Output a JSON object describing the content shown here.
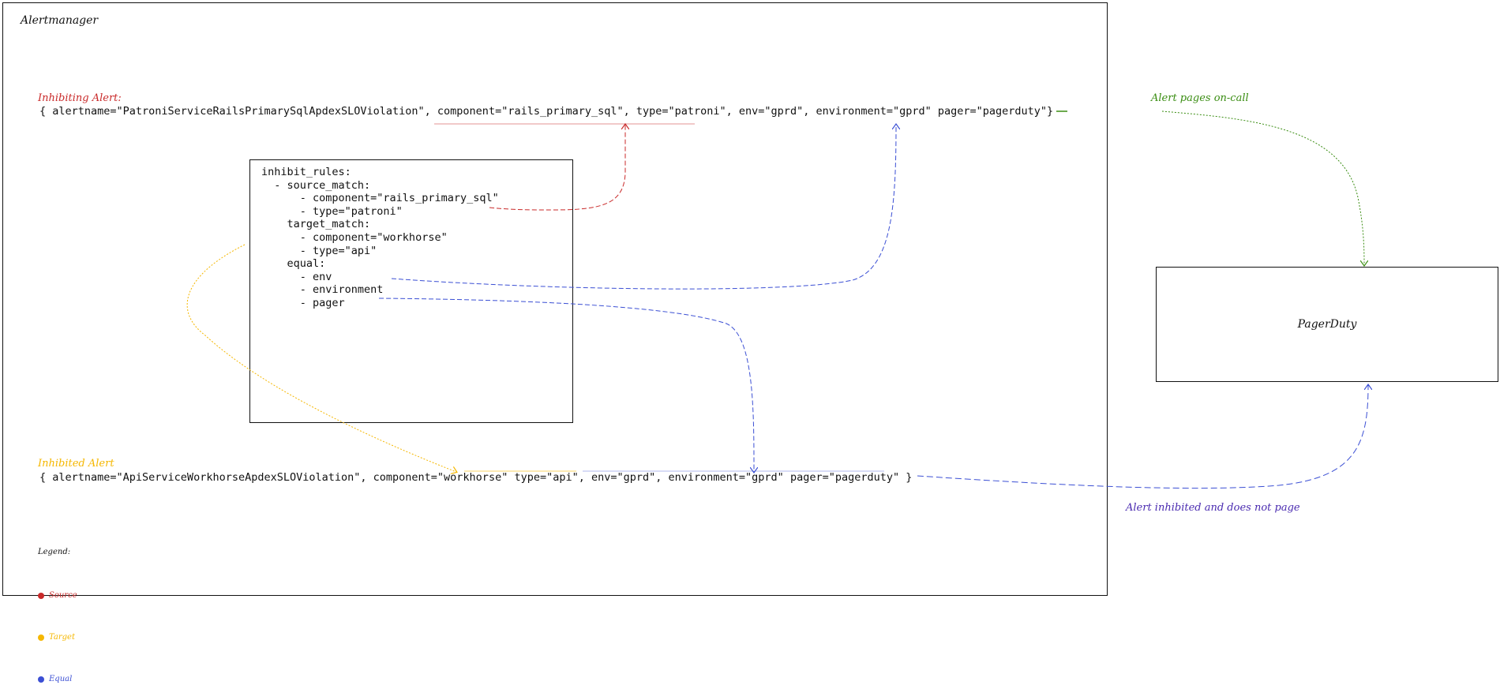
{
  "app_title": "Alertmanager",
  "inhibiting": {
    "label": "Inhibiting Alert:",
    "alert": "{ alertname=\"PatroniServiceRailsPrimarySqlApdexSLOViolation\", component=\"rails_primary_sql\", type=\"patroni\", env=\"gprd\", environment=\"gprd\" pager=\"pagerduty\"}"
  },
  "inhibited": {
    "label": "Inhibited Alert",
    "alert": "{ alertname=\"ApiServiceWorkhorseApdexSLOViolation\", component=\"workhorse\" type=\"api\", env=\"gprd\", environment=\"gprd\" pager=\"pagerduty\" }"
  },
  "rules": [
    "inhibit_rules:",
    "  - source_match:",
    "      - component=\"rails_primary_sql\"",
    "      - type=\"patroni\"",
    "    target_match:",
    "      - component=\"workhorse\"",
    "      - type=\"api\"",
    "    equal:",
    "      - env",
    "      - environment",
    "      - pager"
  ],
  "pagerduty": {
    "label": "PagerDuty"
  },
  "annotations": {
    "pages": "Alert pages on-call",
    "inhibited_note": "Alert inhibited and does not page"
  },
  "legend": {
    "title": "Legend:",
    "items": [
      {
        "label": "Source",
        "color": "#c92a2a"
      },
      {
        "label": "Target",
        "color": "#f5b700"
      },
      {
        "label": "Equal",
        "color": "#3b4fd4"
      }
    ]
  },
  "colors": {
    "source": "#c92a2a",
    "target": "#f5b700",
    "equal": "#3b4fd4",
    "pages": "#3a8d12",
    "inhibited_note": "#4a2bb0"
  }
}
